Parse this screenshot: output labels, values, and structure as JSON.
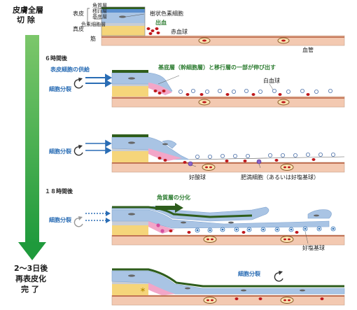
{
  "left_title": [
    "皮膚全層",
    "切 除"
  ],
  "bottom_title": [
    "2～3日後",
    "再表皮化",
    "完 了"
  ],
  "layer_labels": {
    "epidermis": "表皮",
    "dermis": "真皮",
    "stratum_corneum": "角質層",
    "transitional": "移行層",
    "basal": "基底層",
    "pigment": "色素細胞層",
    "muscle": "筋"
  },
  "top_labels": {
    "dendritic": "樹状色素細胞",
    "bleeding": "出血",
    "rbc": "赤血球",
    "vessel": "血管"
  },
  "stage2": {
    "time": "６時間後",
    "supply": "表皮細胞の供給",
    "division": "細胞分裂",
    "extend": "基底層（幹細胞層）と移行層の一部が伸び出す",
    "wbc": "白血球"
  },
  "stage3": {
    "division": "細胞分裂",
    "eosinophil": "好酸球",
    "mast": "肥満細胞（あるいは好塩基球）"
  },
  "stage4": {
    "time": "１８時間後",
    "division": "細胞分裂",
    "keratin": "角質層の分化",
    "basophil": "好塩基球"
  },
  "stage5": {
    "division": "細胞分裂",
    "asterisk": "＊"
  },
  "colors": {
    "arrow_green": "#1f9a3c",
    "epidermis": "#a9c4e4",
    "dermis": "#f5d57a",
    "muscle": "#f3c9b1",
    "blood": "#c0181c"
  }
}
